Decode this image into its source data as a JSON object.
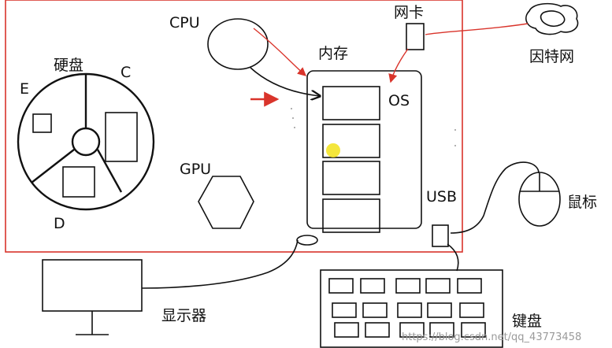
{
  "labels": {
    "cpu": "CPU",
    "nic": "网卡",
    "internet": "因特网",
    "memory": "内存",
    "os": "OS",
    "disk": "硬盘",
    "drive_c": "C",
    "drive_d": "D",
    "drive_e": "E",
    "gpu": "GPU",
    "usb": "USB",
    "mouse": "鼠标",
    "monitor": "显示器",
    "keyboard": "键盘"
  },
  "watermark": "https://blog.csdn.net/qq_43773458",
  "colors": {
    "frame": "#d9342b",
    "arrow": "#d9342b",
    "ink": "#111111",
    "highlight": "#f2e21a"
  }
}
